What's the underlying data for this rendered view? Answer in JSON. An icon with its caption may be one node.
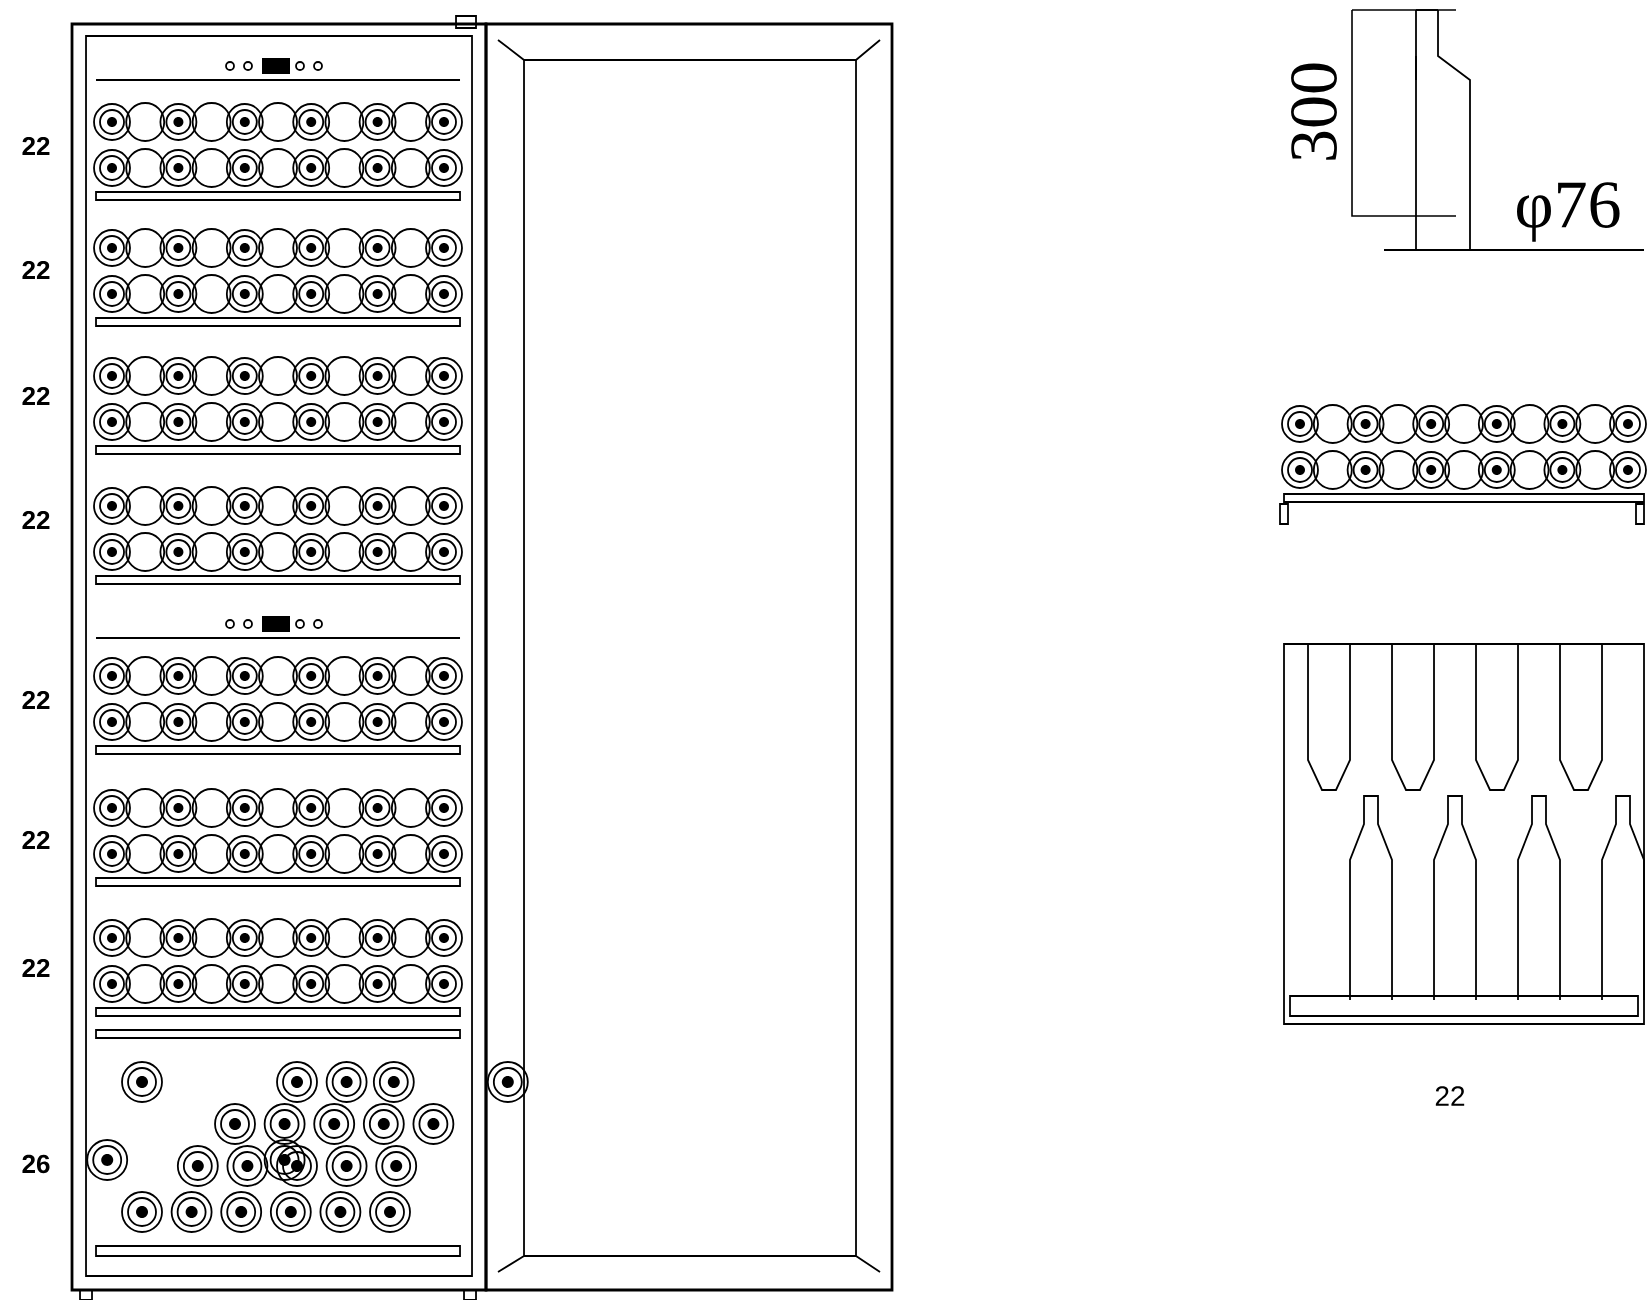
{
  "diagram": {
    "labels": [
      "22",
      "22",
      "22",
      "22",
      "22",
      "22",
      "22",
      "26",
      "300",
      "φ76",
      "22"
    ]
  }
}
